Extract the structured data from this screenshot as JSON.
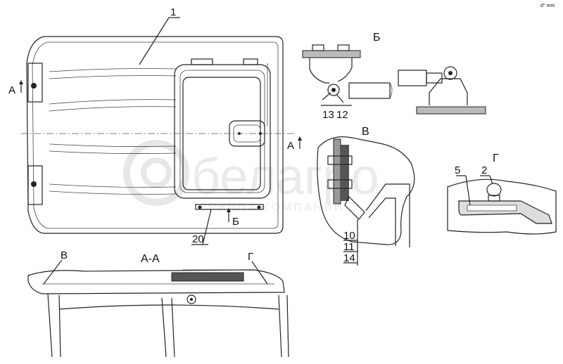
{
  "callouts": {
    "c1": "1",
    "c2": "2",
    "c5": "5",
    "c10": "10",
    "c11": "11",
    "c12": "12",
    "c13": "13",
    "c14": "14",
    "c20": "20"
  },
  "sections": {
    "view_b": "Б",
    "view_v": "В",
    "view_g": "Г",
    "section_aa": "А-А",
    "mark_a_left": "А",
    "mark_a_right": "А",
    "mark_b": "Б",
    "mark_v_bottom": "В",
    "mark_g_bottom": "Г"
  },
  "watermark": {
    "brand": "белагро",
    "subtitle": "ГРУППА КОМПАНИЙ"
  },
  "corner_tag": "d° mm"
}
